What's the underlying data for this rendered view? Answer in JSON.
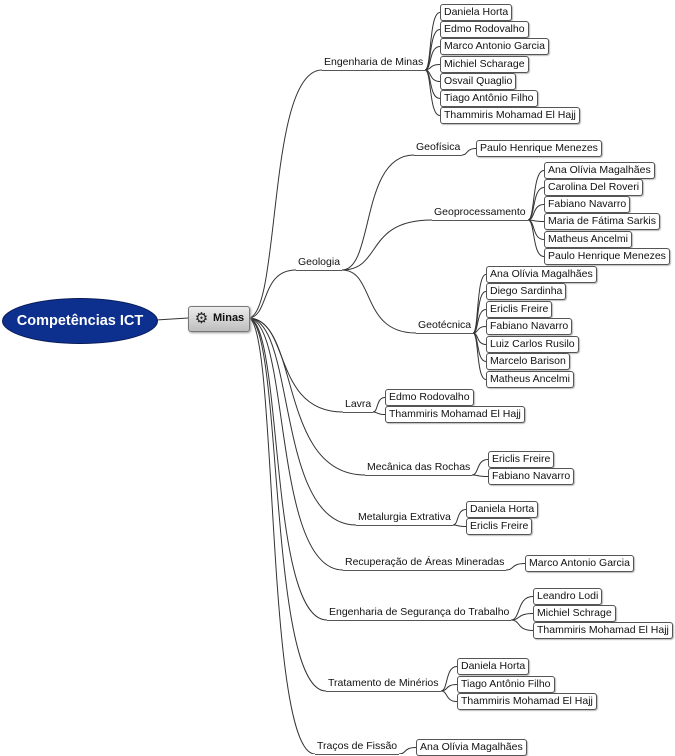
{
  "root": {
    "label": "Competências ICT"
  },
  "hub": {
    "label": "Minas",
    "icon": "gear-icon"
  },
  "branches": [
    {
      "label": "Engenharia de Minas",
      "children": [
        {
          "label": "Daniela Horta"
        },
        {
          "label": "Edmo Rodovalho"
        },
        {
          "label": "Marco Antonio Garcia"
        },
        {
          "label": "Michiel Scharage"
        },
        {
          "label": "Osvail Quaglio"
        },
        {
          "label": "Tiago Antônio Filho"
        },
        {
          "label": "Thammiris Mohamad El Hajj"
        }
      ]
    },
    {
      "label": "Geologia",
      "children": [
        {
          "label": "Geofísica",
          "children": [
            {
              "label": "Paulo Henrique Menezes"
            }
          ]
        },
        {
          "label": "Geoprocessamento",
          "children": [
            {
              "label": "Ana Olívia Magalhães"
            },
            {
              "label": "Carolina Del Roveri"
            },
            {
              "label": "Fabiano Navarro"
            },
            {
              "label": "Maria de Fátima Sarkis"
            },
            {
              "label": "Matheus Ancelmi"
            },
            {
              "label": "Paulo Henrique Menezes"
            }
          ]
        },
        {
          "label": "Geotécnica",
          "children": [
            {
              "label": "Ana Olívia Magalhães"
            },
            {
              "label": "Diego Sardinha"
            },
            {
              "label": "Ericlis Freire"
            },
            {
              "label": "Fabiano Navarro"
            },
            {
              "label": "Luiz Carlos Rusilo"
            },
            {
              "label": "Marcelo Barison"
            },
            {
              "label": "Matheus Ancelmi"
            }
          ]
        }
      ]
    },
    {
      "label": "Lavra",
      "children": [
        {
          "label": "Edmo Rodovalho"
        },
        {
          "label": "Thammiris Mohamad El Hajj"
        }
      ]
    },
    {
      "label": "Mecânica das Rochas",
      "children": [
        {
          "label": "Ericlis Freire"
        },
        {
          "label": "Fabiano Navarro"
        }
      ]
    },
    {
      "label": "Metalurgia Extrativa",
      "children": [
        {
          "label": "Daniela Horta"
        },
        {
          "label": "Ericlis Freire"
        }
      ]
    },
    {
      "label": "Recuperação de Áreas Mineradas",
      "children": [
        {
          "label": "Marco Antonio Garcia"
        }
      ]
    },
    {
      "label": "Engenharia de Segurança do Trabalho",
      "children": [
        {
          "label": "Leandro Lodi"
        },
        {
          "label": "Michiel Schrage"
        },
        {
          "label": "Thammiris Mohamad El Hajj"
        }
      ]
    },
    {
      "label": "Tratamento de Minérios",
      "children": [
        {
          "label": "Daniela Horta"
        },
        {
          "label": "Tiago Antônio Filho"
        },
        {
          "label": "Thammiris Mohamad El Hajj"
        }
      ]
    },
    {
      "label": "Traços de Fissão",
      "children": [
        {
          "label": "Ana Olívia Magalhães"
        }
      ]
    }
  ]
}
